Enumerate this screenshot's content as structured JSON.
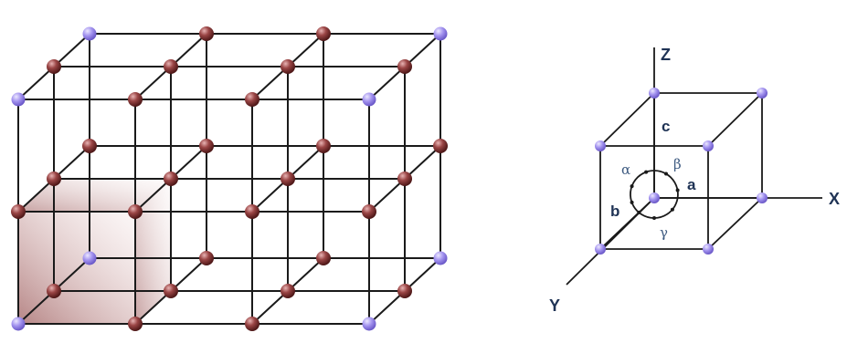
{
  "colors": {
    "background": "#ffffff",
    "edge": "#1a1a1a",
    "lattice_atom": "#8b3a3a",
    "corner_atom": "#9b8ae6",
    "unit_cell_shade": "#b98a8a",
    "label": "#1f3355"
  },
  "lattice": {
    "rows": 3,
    "columns": 4,
    "layers": 3,
    "corner_atoms": 8,
    "highlighted_unit_cell": "front-bottom-left"
  },
  "unit_cell": {
    "axes": [
      {
        "id": "x",
        "label": "X"
      },
      {
        "id": "y",
        "label": "Y"
      },
      {
        "id": "z",
        "label": "Z"
      }
    ],
    "edges": [
      {
        "id": "a",
        "label": "a"
      },
      {
        "id": "b",
        "label": "b"
      },
      {
        "id": "c",
        "label": "c"
      }
    ],
    "angles": [
      {
        "id": "alpha",
        "label": "α"
      },
      {
        "id": "beta",
        "label": "β"
      },
      {
        "id": "gamma",
        "label": "γ"
      }
    ]
  }
}
